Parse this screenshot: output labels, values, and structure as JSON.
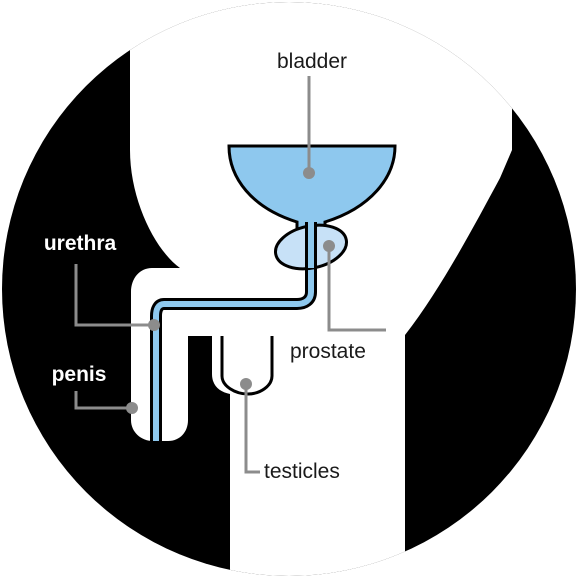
{
  "labels": {
    "bladder": "bladder",
    "urethra": "urethra",
    "prostate": "prostate",
    "penis": "penis",
    "testicles": "testicles"
  },
  "colors": {
    "background_circle": "#000000",
    "body": "#ffffff",
    "bladder_fill": "#8ec8ee",
    "prostate_fill": "#c7e1f7",
    "urethra": "#8ec8ee",
    "leader_line": "#8c8c8c"
  }
}
